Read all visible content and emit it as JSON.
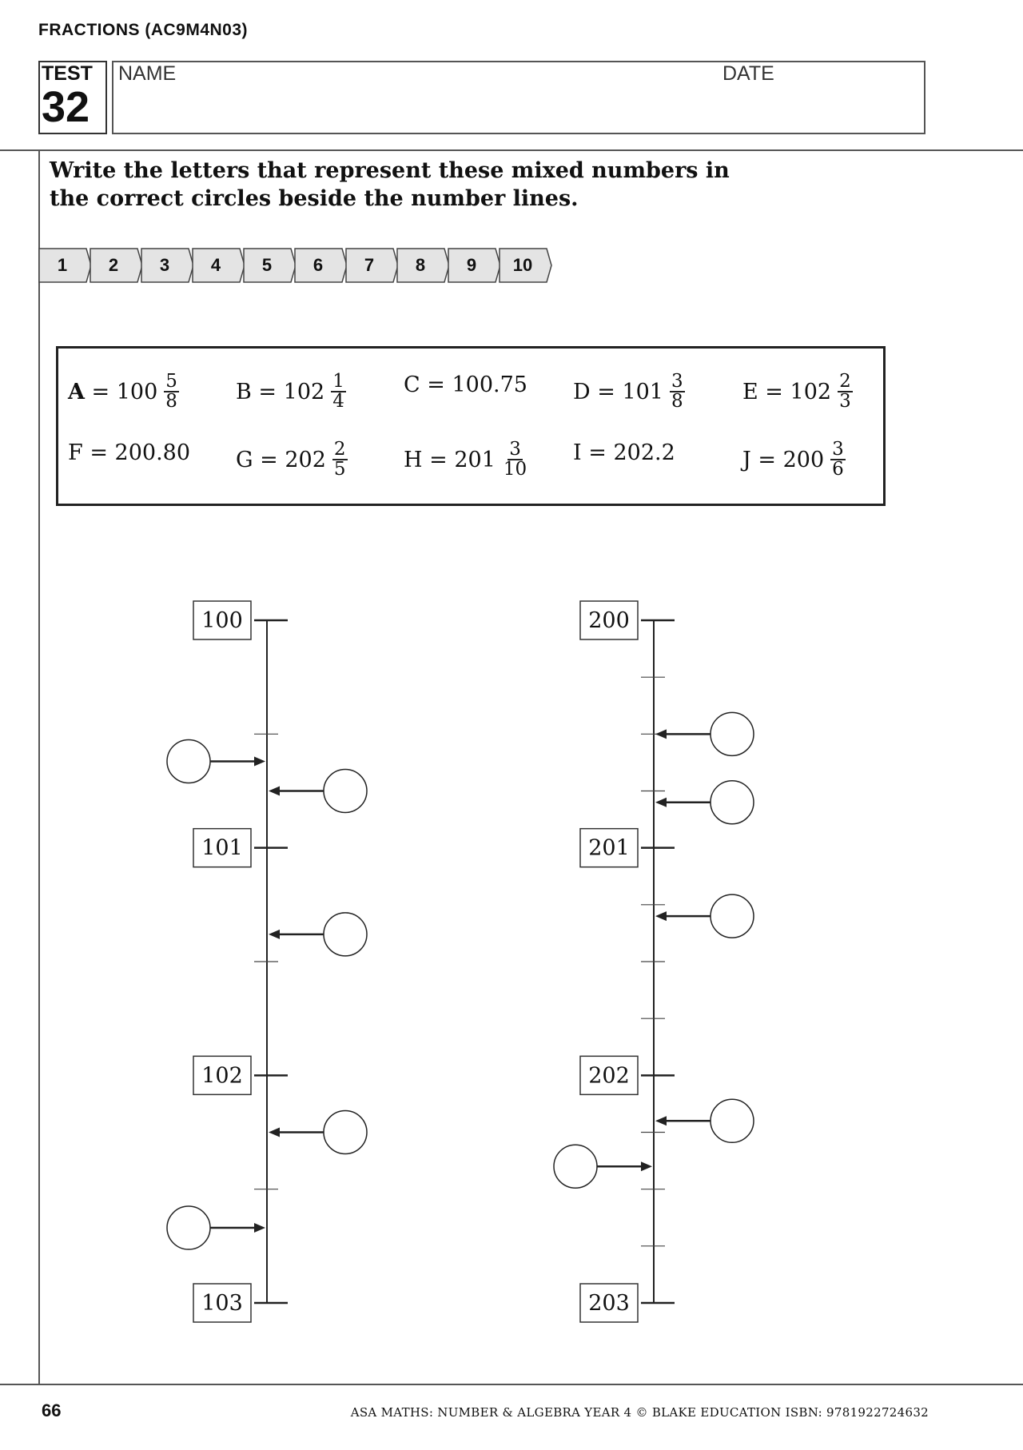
{
  "header": {
    "title": "FRACTIONS (AC9M4N03)"
  },
  "test": {
    "label": "TEST",
    "number": "32"
  },
  "name_field": {
    "label": "NAME"
  },
  "date_field": {
    "label": "DATE"
  },
  "instructions": "Write the letters that represent these mixed numbers in the correct circles beside the number lines.",
  "question_tabs": [
    "1",
    "2",
    "3",
    "4",
    "5",
    "6",
    "7",
    "8",
    "9",
    "10"
  ],
  "equations": [
    {
      "letter": "A",
      "whole": "100",
      "num": "5",
      "den": "8",
      "bold": true
    },
    {
      "letter": "B",
      "whole": "102",
      "num": "1",
      "den": "4"
    },
    {
      "letter": "C",
      "value": "100.75"
    },
    {
      "letter": "D",
      "whole": "101",
      "num": "3",
      "den": "8"
    },
    {
      "letter": "E",
      "whole": "102",
      "num": "2",
      "den": "3"
    },
    {
      "letter": "F",
      "value": "200.80"
    },
    {
      "letter": "G",
      "whole": "202",
      "num": "2",
      "den": "5"
    },
    {
      "letter": "H",
      "whole": "201",
      "num": "3",
      "den": "10"
    },
    {
      "letter": "I",
      "value": "202.2"
    },
    {
      "letter": "J",
      "whole": "200",
      "num": "3",
      "den": "6"
    }
  ],
  "number_line_left": {
    "labels": [
      "100",
      "101",
      "102",
      "103"
    ],
    "start": 100,
    "end": 103,
    "minor_divisions": 2,
    "circles": [
      {
        "value": 100.62,
        "side": "left"
      },
      {
        "value": 100.75,
        "side": "right"
      },
      {
        "value": 101.38,
        "side": "right"
      },
      {
        "value": 102.25,
        "side": "right"
      },
      {
        "value": 102.67,
        "side": "left"
      }
    ]
  },
  "number_line_right": {
    "labels": [
      "200",
      "201",
      "202",
      "203"
    ],
    "start": 200,
    "end": 203,
    "minor_divisions": 4,
    "circles": [
      {
        "value": 200.5,
        "side": "right"
      },
      {
        "value": 200.8,
        "side": "right"
      },
      {
        "value": 201.3,
        "side": "right"
      },
      {
        "value": 202.2,
        "side": "right"
      },
      {
        "value": 202.4,
        "side": "left"
      }
    ]
  },
  "footer": {
    "page_number": "66",
    "text": "ASA MATHS: NUMBER & ALGEBRA YEAR 4 © BLAKE EDUCATION ISBN: 9781922724632"
  }
}
